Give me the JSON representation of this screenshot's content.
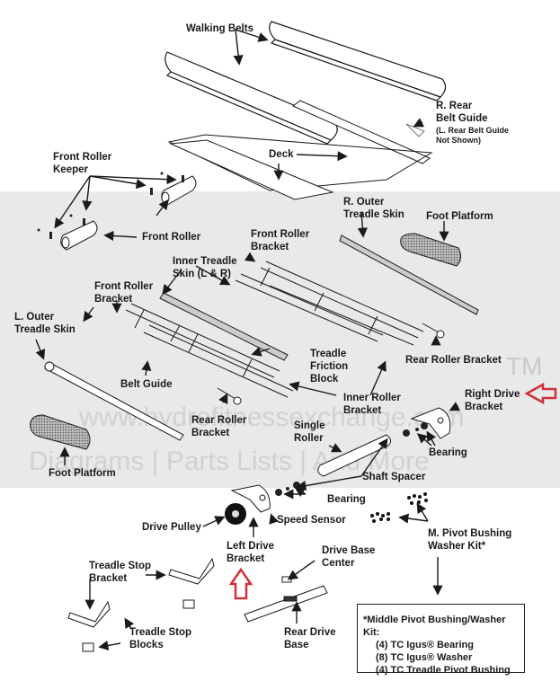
{
  "diagram": {
    "title": "Treadmill exploded parts diagram",
    "watermark": {
      "brand": "Hydro Fitness Exchange",
      "trademark": "TM",
      "url": "www.hydrofitnessexchange.com",
      "tagline": "Diagrams | Parts Lists | And More"
    },
    "labels": {
      "walking_belts": "Walking Belts",
      "r_rear_belt_guide": "R. Rear\nBelt Guide",
      "l_rear_belt_guide_note": "(L. Rear Belt Guide\nNot Shown)",
      "deck": "Deck",
      "front_roller_keeper": "Front Roller\nKeeper",
      "front_roller": "Front Roller",
      "r_outer_treadle_skin": "R. Outer\nTreadle Skin",
      "foot_platform_right": "Foot Platform",
      "front_roller_bracket_right": "Front Roller\nBracket",
      "inner_treadle_skin": "Inner Treadle\nSkin (L & R)",
      "front_roller_bracket_left": "Front Roller\nBracket",
      "l_outer_treadle_skin": "L. Outer\nTreadle Skin",
      "treadle_friction_block": "Treadle\nFriction\nBlock",
      "rear_roller_bracket_right": "Rear Roller Bracket",
      "belt_guide": "Belt Guide",
      "inner_roller_bracket": "Inner Roller\nBracket",
      "right_drive_bracket": "Right Drive\nBracket",
      "rear_roller_bracket_left": "Rear Roller\nBracket",
      "single_roller": "Single\nRoller",
      "bearing_right": "Bearing",
      "foot_platform_left": "Foot Platform",
      "shaft_spacer": "Shaft Spacer",
      "bearing_left": "Bearing",
      "speed_sensor": "Speed Sensor",
      "drive_pulley": "Drive Pulley",
      "m_pivot_bushing_washer_kit": "M. Pivot Bushing\nWasher Kit*",
      "left_drive_bracket": "Left Drive\nBracket",
      "drive_base_center": "Drive Base\nCenter",
      "treadle_stop_bracket": "Treadle Stop\nBracket",
      "treadle_stop_blocks": "Treadle Stop\nBlocks",
      "rear_drive_base": "Rear Drive\nBase"
    },
    "kit_box": {
      "title": "*Middle Pivot Bushing/Washer Kit:",
      "items": [
        "(4) TC Igus® Bearing",
        "(8) TC Igus® Washer",
        "(4) TC Treadle Pivot Bushing"
      ]
    },
    "colors": {
      "highlight_arrow": "#d0303a",
      "line": "#1a1a1a",
      "watermark_band": "#e9e9e9"
    }
  }
}
